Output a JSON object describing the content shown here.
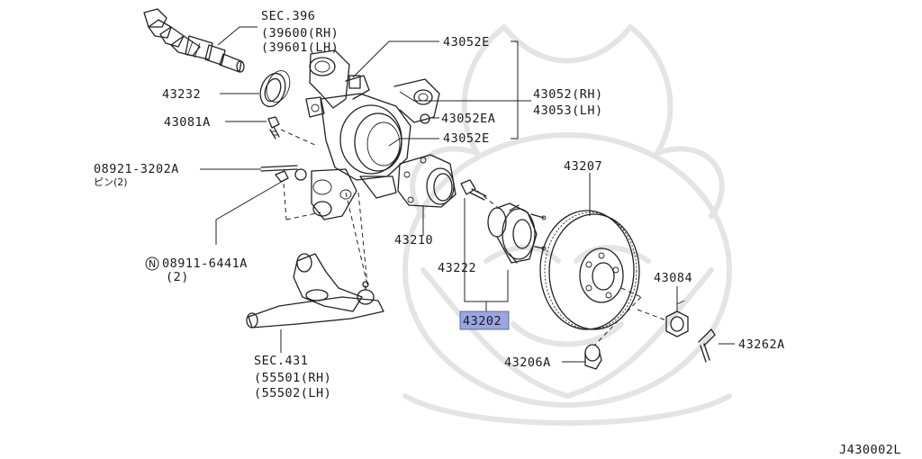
{
  "diagram_id": "J430002L",
  "highlight_color": "#9aa6df",
  "watermark_icon": "samurai-helmet-watermark",
  "callouts": {
    "sec396": {
      "line1": "SEC.396",
      "line2": "(39600(RH)",
      "line3": "(39601(LH)"
    },
    "p43052E_top": "43052E",
    "p43232": "43232",
    "p43052": {
      "rh": "43052(RH)",
      "lh": "43053(LH)"
    },
    "p43052EA": "43052EA",
    "p43081A": "43081A",
    "p43052E_bottom": "43052E",
    "p08921": {
      "line1": "08921-3202A",
      "line2": "ピン(2)"
    },
    "p43207": "43207",
    "p43210": "43210",
    "p43222": "43222",
    "p08911": {
      "prefix": "N",
      "line1": "08911-6441A",
      "line2": "(2)"
    },
    "p43084": "43084",
    "p43202": "43202",
    "p43262A": "43262A",
    "p43206A": "43206A",
    "sec431": {
      "line1": "SEC.431",
      "line2": "(55501(RH)",
      "line3": "(55502(LH)"
    }
  }
}
